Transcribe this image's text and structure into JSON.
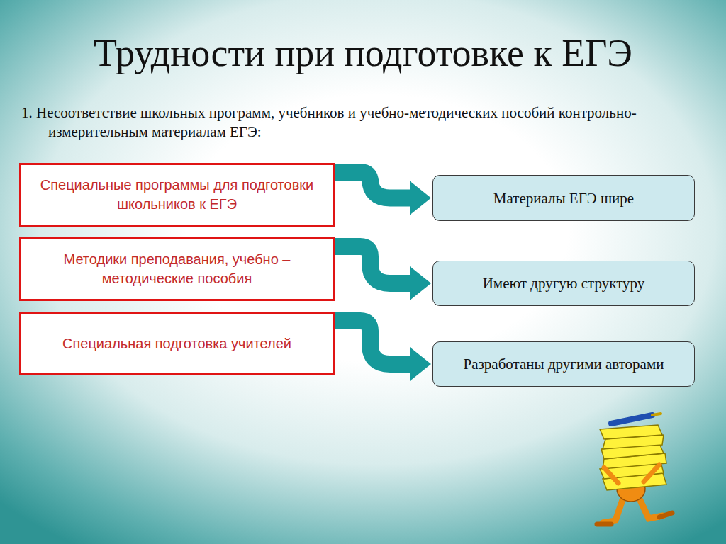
{
  "diagram": {
    "title": "Трудности при подготовке к ЕГЭ",
    "nodes": [
      {
        "text": [
          "Специальные программы для подготовки школьников к ЕГЭ"
        ]
      },
      {
        "text": [
          "Методики преподавания, учебно – методические пособия"
        ]
      },
      {
        "text": [
          "Специальная подготовка  учителей"
        ]
      },
      {
        "text": [
          "Материалы ЕГЭ шире"
        ]
      },
      {
        "text": [
          "Имеют другую структуру"
        ]
      },
      {
        "text": [
          "Разработаны другими авторами"
        ]
      }
    ],
    "edges": [
      {
        "from": 0,
        "to": 3,
        "arrow": "to"
      },
      {
        "from": 1,
        "to": 4,
        "arrow": "to"
      },
      {
        "from": 2,
        "to": 5,
        "arrow": "to"
      }
    ],
    "labels": [
      "1. Несоответствие школьных программ, учебников и учебно-методических пособий контрольно-измерительным материалам ЕГЭ:"
    ]
  }
}
